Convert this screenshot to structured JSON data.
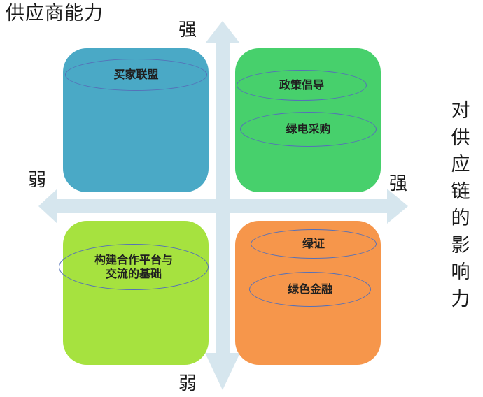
{
  "titles": {
    "x_axis": "供应商能力",
    "y_axis": "对供应链的影响力"
  },
  "axis_labels": {
    "top": "强",
    "bottom": "弱",
    "left": "弱",
    "right": "强"
  },
  "quadrants": {
    "top_left": {
      "items": [
        "买家联盟"
      ],
      "color": "#4aa9c6"
    },
    "top_right": {
      "items": [
        "政策倡导",
        "绿电采购"
      ],
      "color": "#47d06c"
    },
    "bottom_left": {
      "items": [
        "构建合作平台与",
        "交流的基础"
      ],
      "color": "#a6e23f"
    },
    "bottom_right": {
      "items": [
        "绿证",
        "绿色金融"
      ],
      "color": "#f6964b"
    }
  },
  "colors": {
    "axis": "#d6e6ee",
    "pill_border": "#5570b8"
  }
}
